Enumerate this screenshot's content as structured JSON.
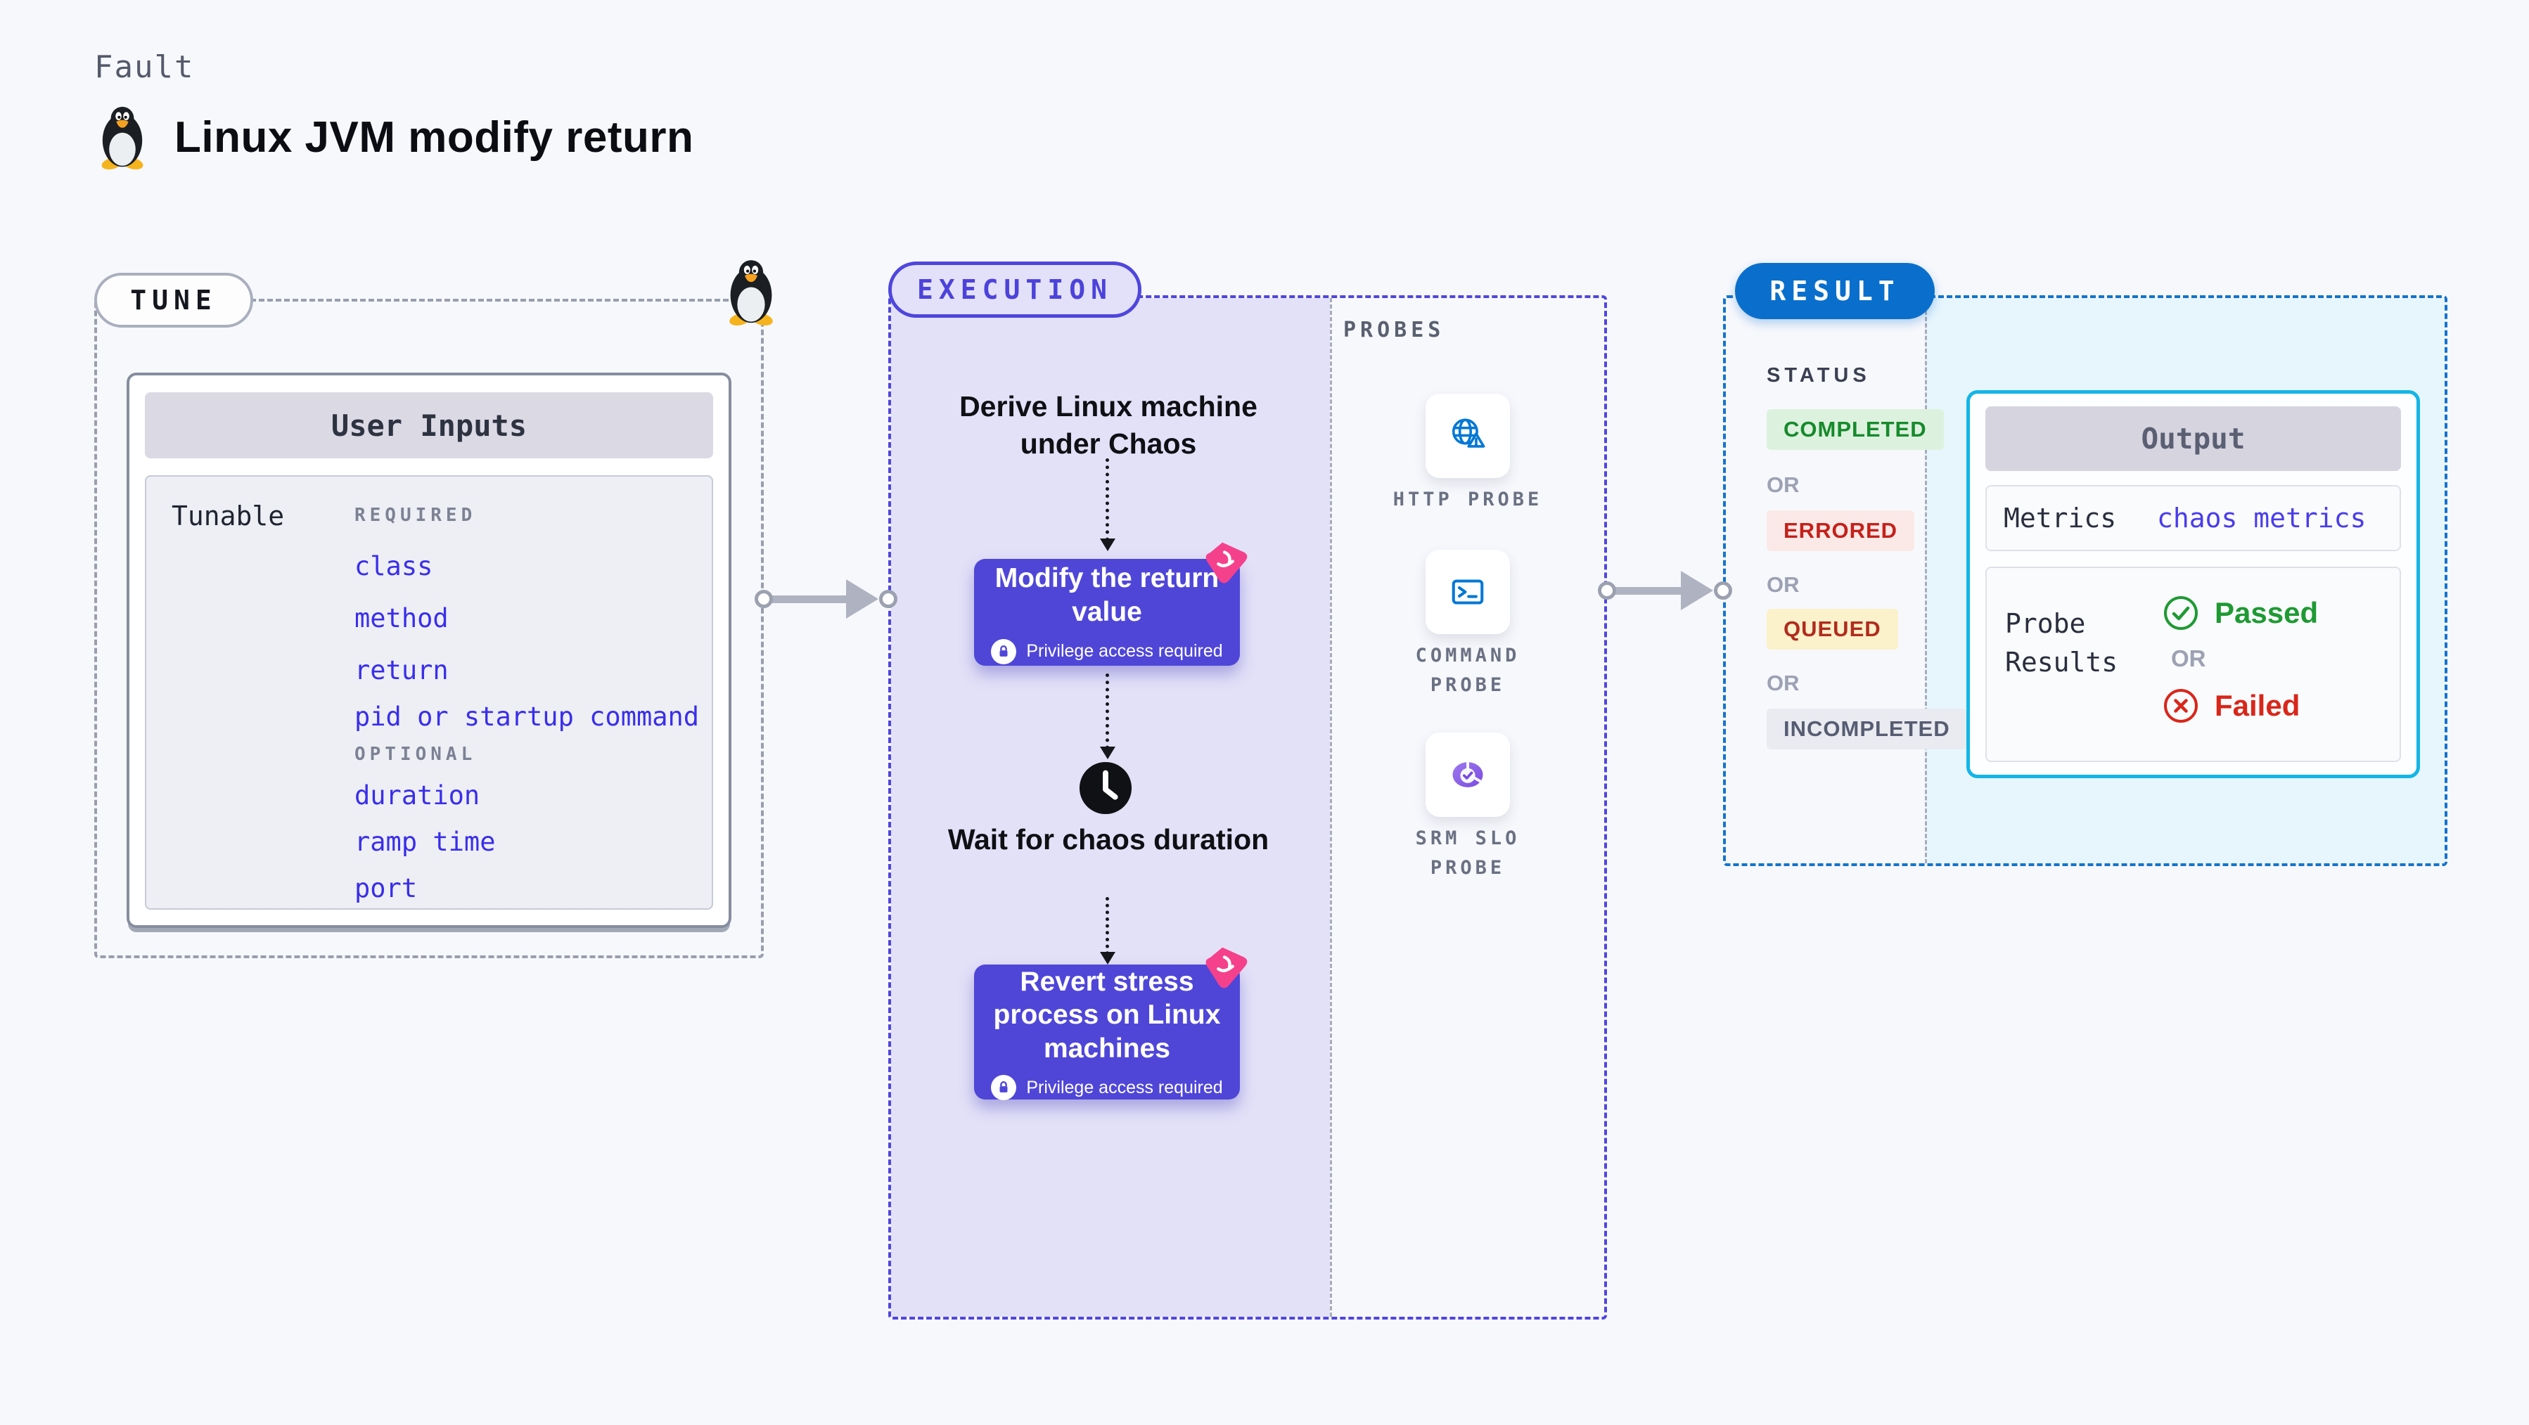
{
  "page": {
    "kicker": "Fault",
    "title": "Linux JVM modify return"
  },
  "tune": {
    "pill": "TUNE",
    "card_title": "User Inputs",
    "row_label": "Tunable",
    "required_label": "REQUIRED",
    "required_items": [
      "class",
      "method",
      "return",
      "pid or startup command"
    ],
    "optional_label": "OPTIONAL",
    "optional_items": [
      "duration",
      "ramp time",
      "port"
    ]
  },
  "execution": {
    "pill": "EXECUTION",
    "derive_text": "Derive Linux machine under Chaos",
    "modify_action": {
      "title": "Modify the return value",
      "badge": "Privilege access required"
    },
    "wait_text": "Wait for chaos duration",
    "revert_action": {
      "title": "Revert stress process on Linux machines",
      "badge": "Privilege access required"
    }
  },
  "probes": {
    "label": "PROBES",
    "items": [
      {
        "name": "HTTP PROBE",
        "icon": "globe-alert-icon"
      },
      {
        "name": "COMMAND PROBE",
        "icon": "terminal-icon"
      },
      {
        "name": "SRM SLO PROBE",
        "icon": "slo-check-icon"
      }
    ]
  },
  "result": {
    "pill": "RESULT",
    "status_label": "STATUS",
    "or_label": "OR",
    "statuses": [
      {
        "label": "COMPLETED",
        "state": "completed"
      },
      {
        "label": "ERRORED",
        "state": "errored"
      },
      {
        "label": "QUEUED",
        "state": "queued"
      },
      {
        "label": "INCOMPLETED",
        "state": "incompleted"
      }
    ],
    "output": {
      "title": "Output",
      "metrics_label": "Metrics",
      "metrics_value": "chaos metrics",
      "probe_results_label": "Probe Results",
      "passed_label": "Passed",
      "or_label": "OR",
      "failed_label": "Failed"
    }
  },
  "colors": {
    "accent_indigo": "#4F46D8",
    "execution_border": "#4F46DD",
    "execution_fill": "#E3E1F8",
    "result_blue": "#0A6FCC",
    "result_border": "#1473CF",
    "result_fill": "#E7F6FD",
    "output_border": "#14B5E6",
    "probe_icon_blue": "#0278D5",
    "tunable_link_blue": "#3A2EEA",
    "passed_green": "#1E9A33",
    "failed_red": "#D9261A",
    "chaos_pink": "#F5418C"
  }
}
